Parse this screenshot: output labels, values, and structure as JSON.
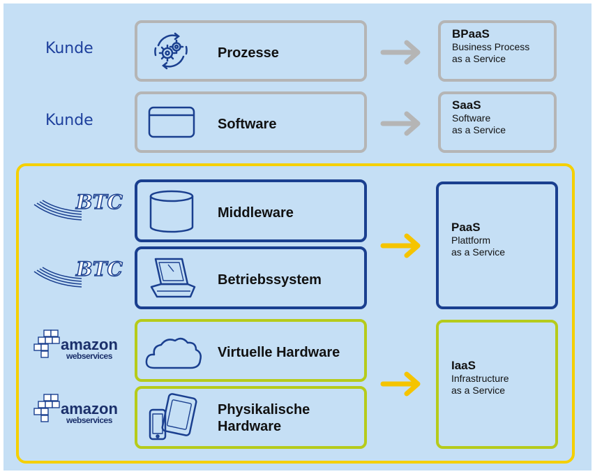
{
  "colors": {
    "background": "#c5dff5",
    "grey_border": "#b5b5b5",
    "blue_border": "#1a3f8f",
    "green_border": "#b6cb1b",
    "yellow_frame": "#f5d000",
    "grey_arrow": "#b5b5b5",
    "yellow_arrow": "#f5c400"
  },
  "rows": {
    "prozesse": {
      "provider": "Kunde",
      "label": "Prozesse",
      "icon": "gears-cycle-icon"
    },
    "software": {
      "provider": "Kunde",
      "label": "Software",
      "icon": "window-icon"
    },
    "middleware": {
      "provider": "BTC",
      "label": "Middleware",
      "icon": "database-cylinder-icon"
    },
    "betriebssystem": {
      "provider": "BTC",
      "label": "Betriebssystem",
      "icon": "laptop-icon"
    },
    "virtuelle_hardware": {
      "provider": "amazon web services",
      "label": "Virtuelle Hardware",
      "icon": "cloud-icon"
    },
    "physikalische_hardware": {
      "provider": "amazon web services",
      "label_line1": "Physikalische",
      "label_line2": "Hardware",
      "icon": "devices-icon"
    }
  },
  "logos": {
    "kunde": "Kunde",
    "btc": "BTC",
    "amazon": "amazon",
    "webservices": "webservices"
  },
  "services": {
    "bpaas": {
      "title": "BPaaS",
      "line1": "Business Process",
      "line2": "as a Service"
    },
    "saas": {
      "title": "SaaS",
      "line1": "Software",
      "line2": "as a Service"
    },
    "paas": {
      "title": "PaaS",
      "line1": "Plattform",
      "line2": "as a Service"
    },
    "iaas": {
      "title": "IaaS",
      "line1": "Infrastructure",
      "line2": "as a Service"
    }
  }
}
